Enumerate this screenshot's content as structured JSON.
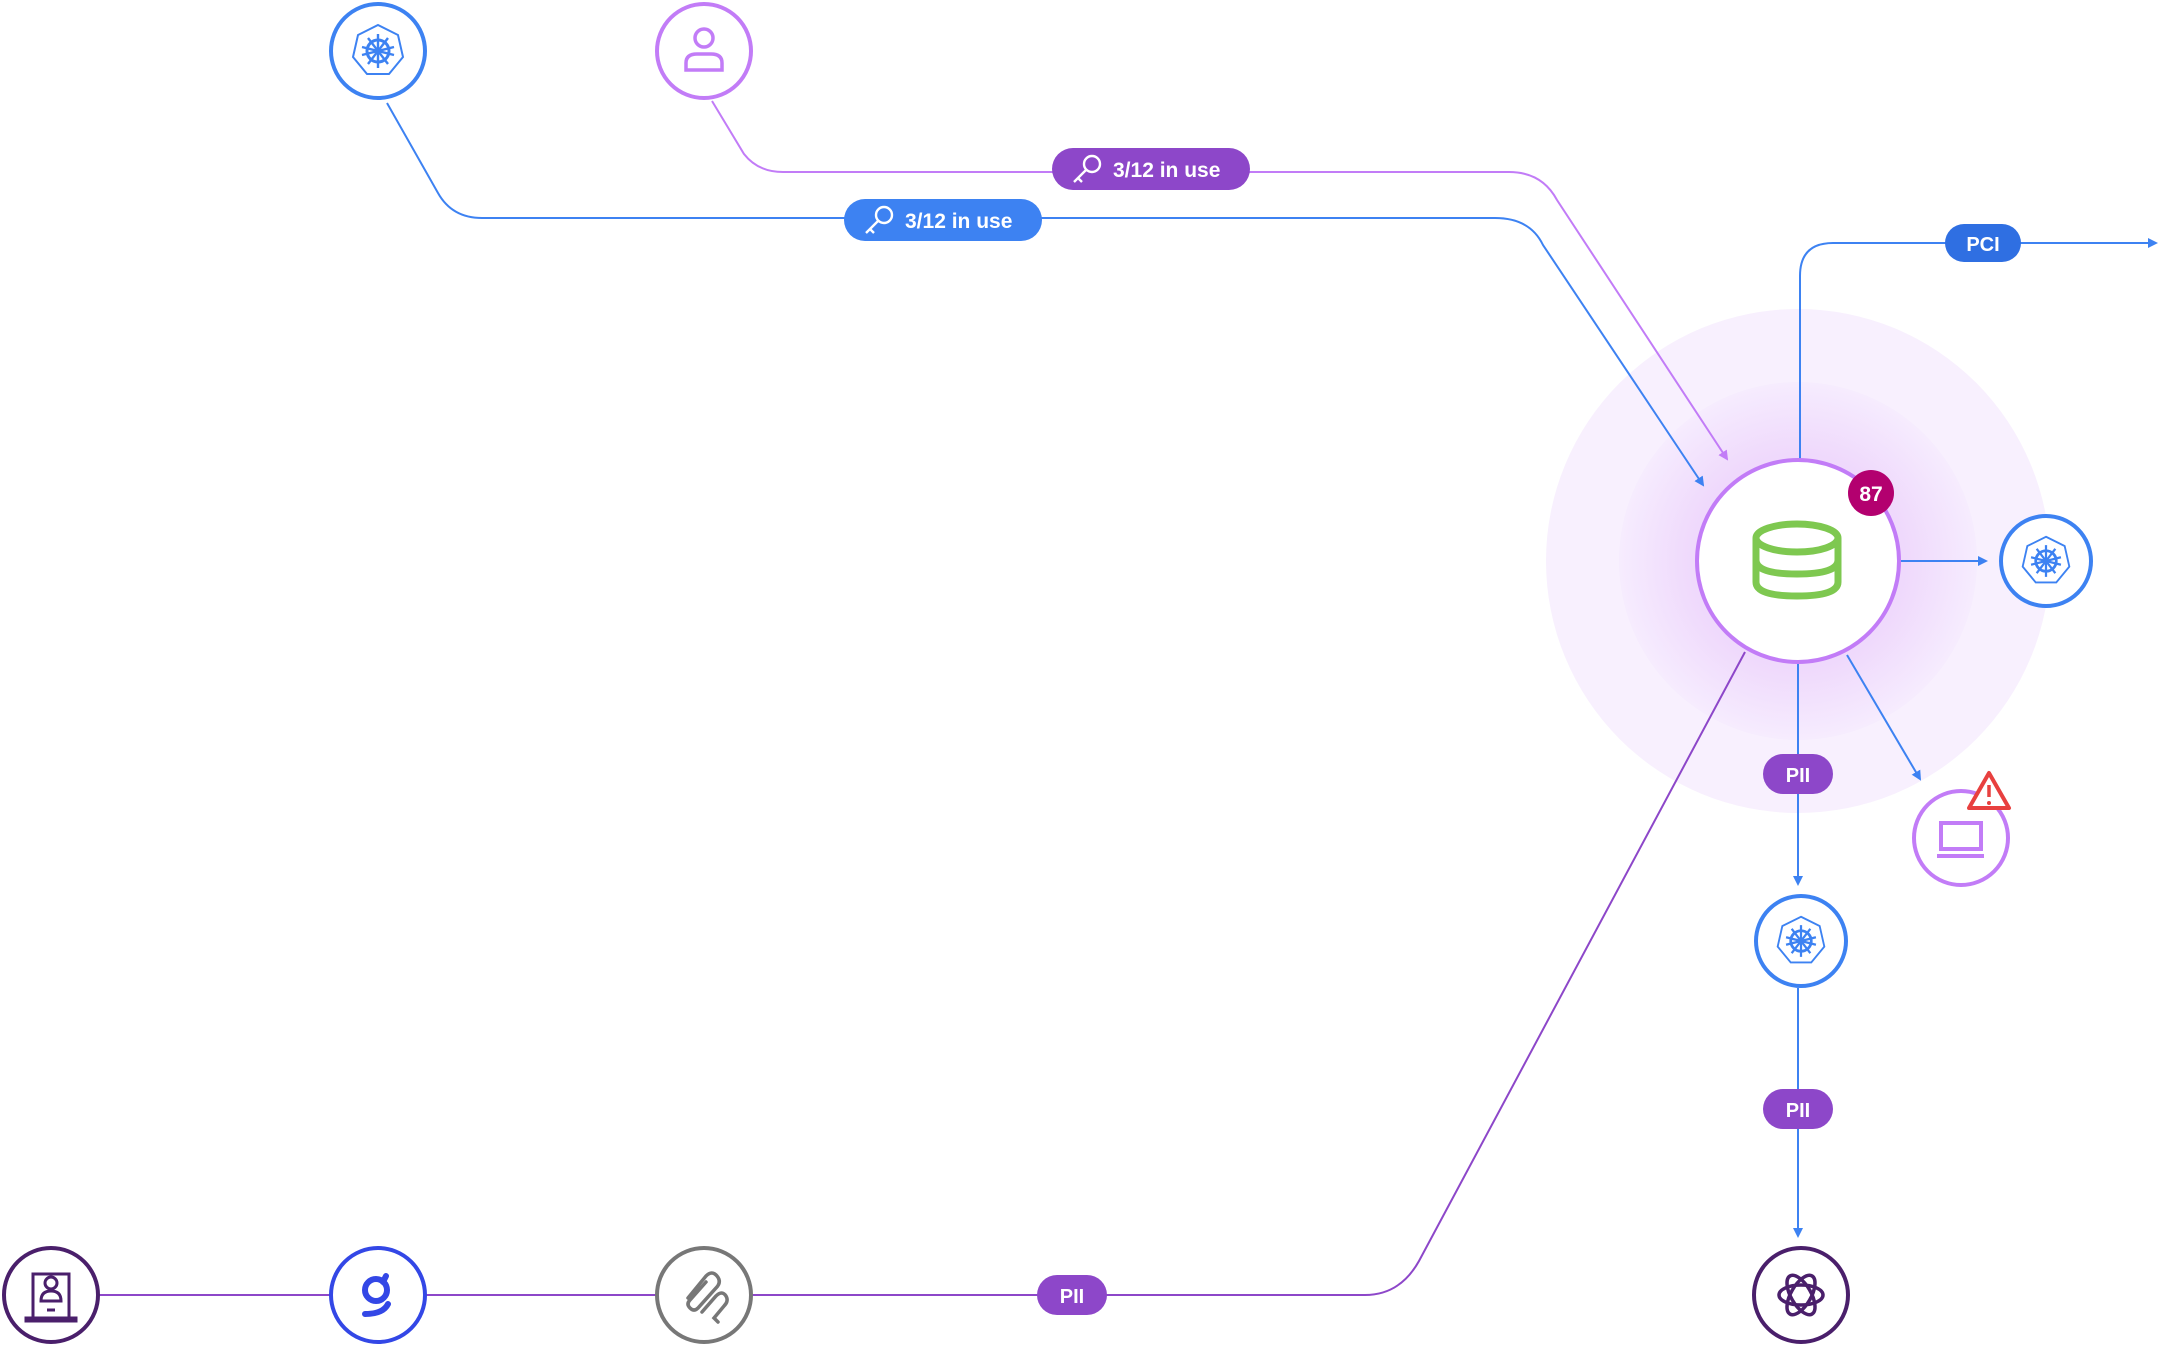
{
  "colors": {
    "blue": "#3d82f2",
    "light_purple": "#c27cf7",
    "dark_purple": "#8d47c9",
    "pci_blue": "#2f6fe2",
    "badge": "#b3006f",
    "db_green": "#7ec850",
    "warning": "#e8403f",
    "halo": "#f3e6fd"
  },
  "nodes": {
    "top_kubernetes": {
      "icon": "kubernetes-icon"
    },
    "top_user": {
      "icon": "user-icon"
    },
    "database": {
      "icon": "database-icon",
      "badge": "87"
    },
    "right_kubernetes": {
      "icon": "kubernetes-icon"
    },
    "laptop": {
      "icon": "laptop-icon",
      "alert": "warning-icon"
    },
    "bottom_kubernetes": {
      "icon": "kubernetes-icon"
    },
    "openai": {
      "icon": "openai-icon"
    },
    "workstation": {
      "icon": "user-laptop-icon"
    },
    "g_service": {
      "icon": "g-logo-icon"
    },
    "clip_service": {
      "icon": "paperclip-icon"
    }
  },
  "labels": {
    "blue_key": "3/12 in use",
    "purple_key": "3/12 in use",
    "pci": "PCI",
    "pii_down": "PII",
    "pii_openai": "PII",
    "pii_bottom": "PII"
  }
}
